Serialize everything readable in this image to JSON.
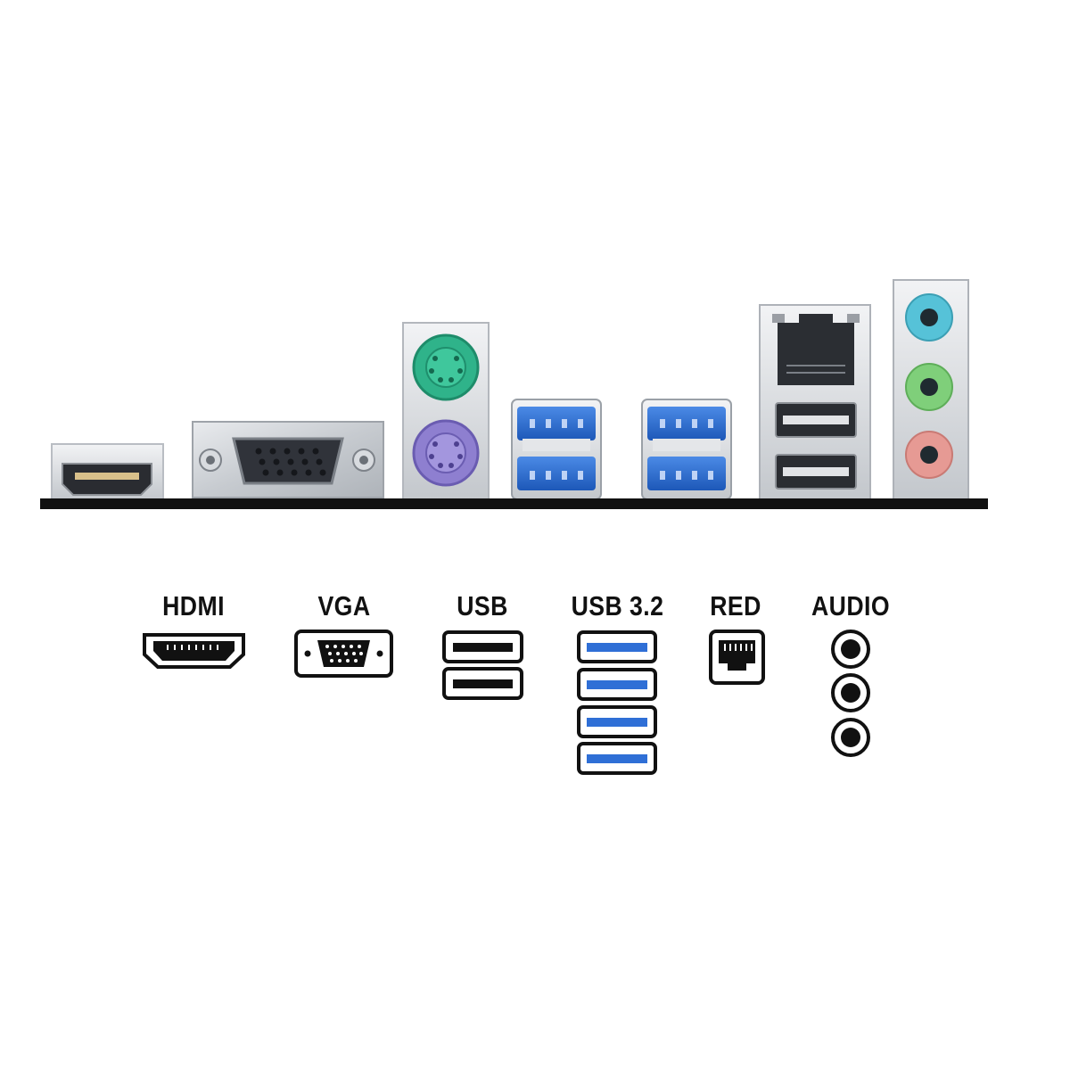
{
  "labels": {
    "hdmi": "HDMI",
    "vga": "VGA",
    "usb": "USB",
    "usb32": "USB 3.2",
    "red": "RED",
    "audio": "AUDIO"
  },
  "colors": {
    "usb3_blue": "#2f6fd6",
    "ps2_keyboard_purple": "#8e7fd0",
    "ps2_mouse_green": "#2fb38a",
    "audio_line_in_blue": "#56c2d8",
    "audio_line_out_green": "#7fcf7a",
    "audio_mic_pink": "#e69a94",
    "io_shield": "#c9ccd1",
    "baseline": "#111111"
  },
  "icons": [
    "hdmi-icon",
    "vga-icon",
    "usb-icon",
    "usb3-icon",
    "ethernet-icon",
    "audio-jack-icon"
  ]
}
